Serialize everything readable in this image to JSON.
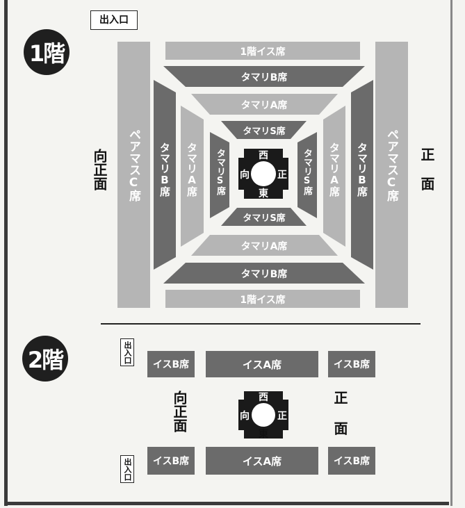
{
  "floor1": {
    "badge": "1階",
    "exit": "出入口",
    "mukou_shomen": "向正面",
    "shomen": "正面",
    "isu_top": "1階イス席",
    "isu_bottom": "1階イス席",
    "pair_c_left": "ペアマスC席",
    "pair_c_right": "ペアマスC席",
    "tamari_b": "タマリB席",
    "tamari_a": "タマリA席",
    "tamari_s": "タマリS席",
    "ring": {
      "west": "西",
      "east": "東",
      "mukou": "向",
      "sho": "正"
    }
  },
  "floor2": {
    "badge": "2階",
    "exit_top": "出入口",
    "exit_bottom": "出入口",
    "mukou_shomen": "向正面",
    "shomen": "正面",
    "isu_b": "イスB席",
    "isu_a": "イスA席",
    "ring": {
      "west": "西",
      "east": "東",
      "mukou": "向",
      "sho": "正"
    }
  },
  "colors": {
    "dark": "#6b6b6b",
    "light": "#b5b5b5",
    "ring": "#1a1a1a",
    "badge": "#1f1f1f"
  }
}
